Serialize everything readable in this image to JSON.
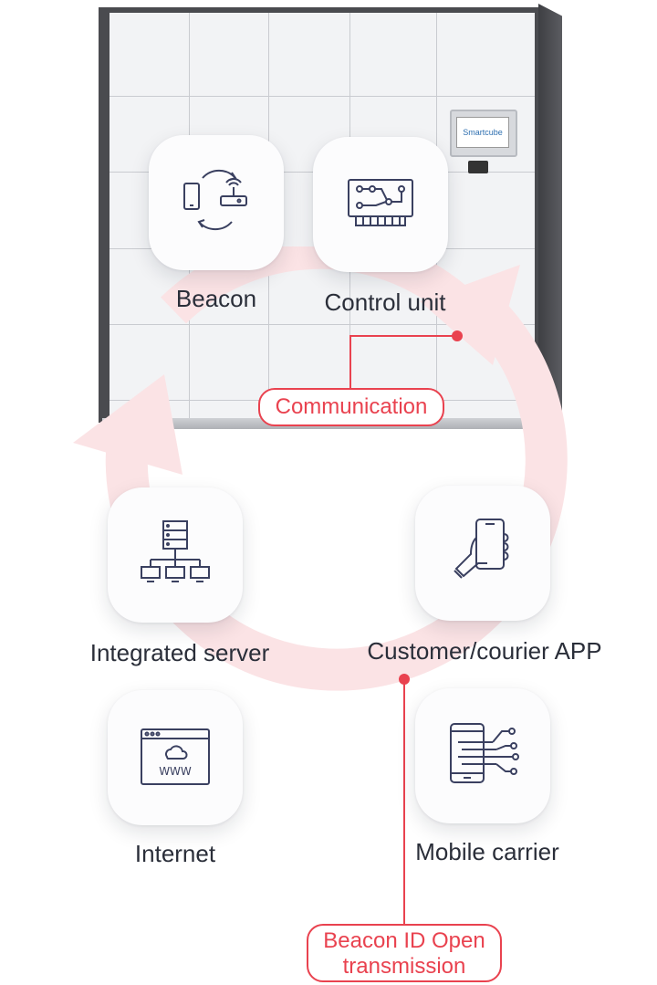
{
  "cabinet": {
    "screen_brand": "Smartcube"
  },
  "tiles": {
    "beacon": {
      "label": "Beacon",
      "icon": "beacon-sync-icon"
    },
    "control_unit": {
      "label": "Control unit",
      "icon": "circuit-board-icon"
    },
    "integrated_server": {
      "label": "Integrated server",
      "icon": "server-network-icon"
    },
    "customer_app": {
      "label": "Customer/courier APP",
      "icon": "hand-phone-icon"
    },
    "internet": {
      "label": "Internet",
      "icon": "www-cloud-icon"
    },
    "mobile_carrier": {
      "label": "Mobile carrier",
      "icon": "mobile-data-icon"
    }
  },
  "callouts": {
    "communication": "Communication",
    "beacon_line1": "Beacon ID Open",
    "beacon_line2": "transmission"
  },
  "colors": {
    "accent": "#e9424f",
    "icon_stroke": "#3a4060",
    "cycle_arrow": "#fbe3e5"
  }
}
